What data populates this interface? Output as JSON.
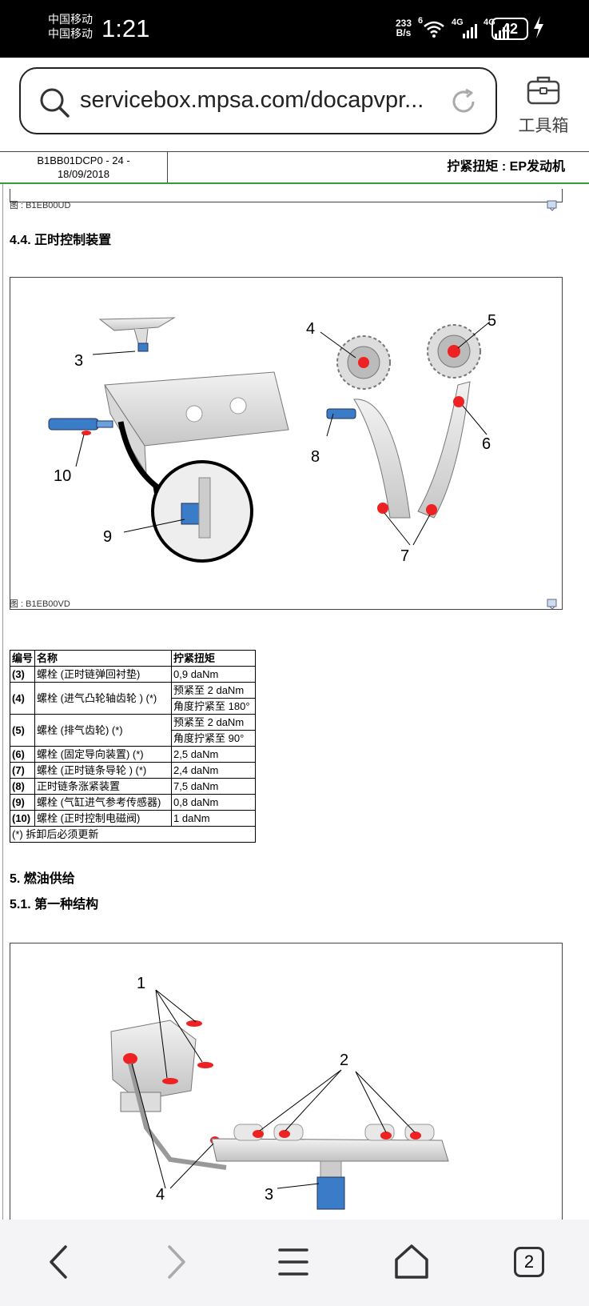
{
  "status_bar": {
    "carrier_1": "中国移动",
    "carrier_2": "中国移动",
    "time": "1:21",
    "net_speed_value": "233",
    "net_speed_unit": "B/s",
    "wifi_label": "6",
    "sim1_label": "4G",
    "sim2_label": "4G",
    "battery": "42"
  },
  "browser": {
    "url": "servicebox.mpsa.com/docapvpr...",
    "toolbox_label": "工具箱",
    "tab_count": "2"
  },
  "doc_header": {
    "ref_line1": "B1BB01DCP0 - 24 -",
    "ref_line2": "18/09/2018",
    "title": "拧紧扭矩 : EP发动机"
  },
  "fig_caption_1": "图 : B1EB00UD",
  "section_4_4": "4.4. 正时控制装置",
  "fig_caption_2": "图 : B1EB00VD",
  "figure_1_callouts": [
    "3",
    "4",
    "5",
    "6",
    "7",
    "8",
    "9",
    "10"
  ],
  "torque_table": {
    "headers": [
      "编号",
      "名称",
      "拧紧扭矩"
    ],
    "rows": [
      {
        "num": "(3)",
        "name": "螺栓 (正时链弹回衬垫)",
        "torque": "0,9 daNm"
      },
      {
        "num": "(4)",
        "name": "螺栓 (进气凸轮轴齿轮 ) (*)",
        "torque": "预紧至 2 daNm",
        "torque2": "角度拧紧至 180°"
      },
      {
        "num": "(5)",
        "name": "螺栓 (排气齿轮) (*)",
        "torque": "预紧至 2 daNm",
        "torque2": "角度拧紧至 90°"
      },
      {
        "num": "(6)",
        "name": "螺栓 (固定导向装置) (*)",
        "torque": "2,5 daNm"
      },
      {
        "num": "(7)",
        "name": "螺栓 (正时链条导轮 ) (*)",
        "torque": "2,4 daNm"
      },
      {
        "num": "(8)",
        "name": "正时链条涨紧装置",
        "torque": "7,5 daNm"
      },
      {
        "num": "(9)",
        "name": "螺栓 (气缸进气参考传感器)",
        "torque": "0,8 daNm"
      },
      {
        "num": "(10)",
        "name": "螺栓 (正时控制电磁阀)",
        "torque": "1 daNm"
      }
    ],
    "footnote": "(*) 拆卸后必须更新"
  },
  "section_5": "5. 燃油供给",
  "section_5_1": "5.1. 第一种结构",
  "figure_2_callouts": [
    "1",
    "2",
    "3",
    "4"
  ]
}
